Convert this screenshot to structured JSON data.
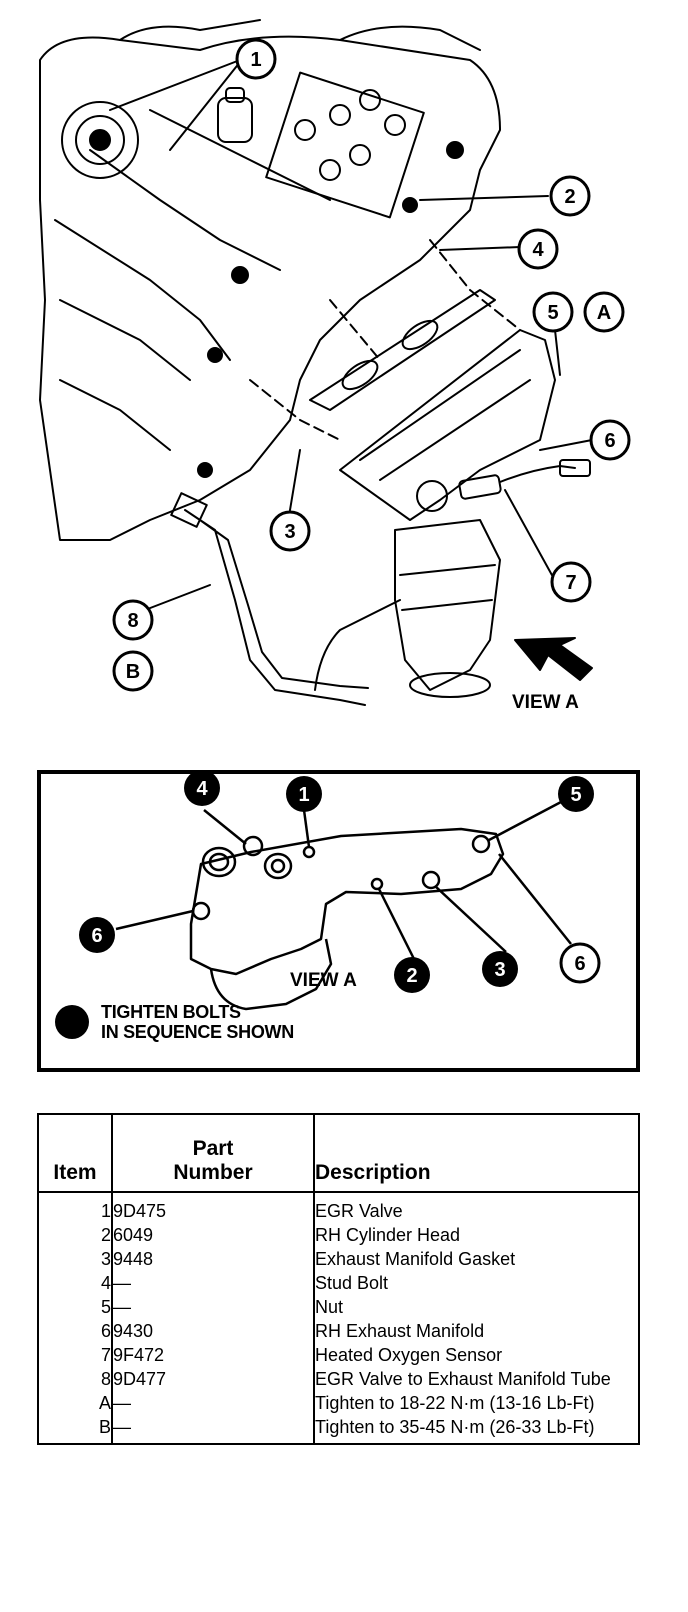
{
  "main_view": {
    "callouts": [
      "1",
      "2",
      "3",
      "4",
      "5",
      "6",
      "7",
      "8"
    ],
    "letter_callouts": [
      "A",
      "B"
    ],
    "view_label": "VIEW A"
  },
  "detail_view": {
    "bolts": [
      "1",
      "2",
      "3",
      "4",
      "5",
      "6",
      "6"
    ],
    "view_label": "VIEW A",
    "legend_line1": "TIGHTEN BOLTS",
    "legend_line2": "IN SEQUENCE SHOWN"
  },
  "table": {
    "headers": {
      "item": "Item",
      "part_line1": "Part",
      "part_line2": "Number",
      "description": "Description"
    },
    "rows": [
      {
        "item": "1",
        "part": "9D475",
        "description": "EGR Valve"
      },
      {
        "item": "2",
        "part": "6049",
        "description": "RH Cylinder Head"
      },
      {
        "item": "3",
        "part": "9448",
        "description": "Exhaust Manifold Gasket"
      },
      {
        "item": "4",
        "part": "—",
        "description": "Stud Bolt"
      },
      {
        "item": "5",
        "part": "—",
        "description": "Nut"
      },
      {
        "item": "6",
        "part": "9430",
        "description": "RH Exhaust Manifold"
      },
      {
        "item": "7",
        "part": "9F472",
        "description": "Heated Oxygen Sensor"
      },
      {
        "item": "8",
        "part": "9D477",
        "description": "EGR Valve to Exhaust Manifold Tube"
      },
      {
        "item": "A",
        "part": "—",
        "description": "Tighten to 18-22 N·m (13-16 Lb-Ft)"
      },
      {
        "item": "B",
        "part": "—",
        "description": "Tighten to 35-45 N·m (26-33 Lb-Ft)"
      }
    ]
  }
}
